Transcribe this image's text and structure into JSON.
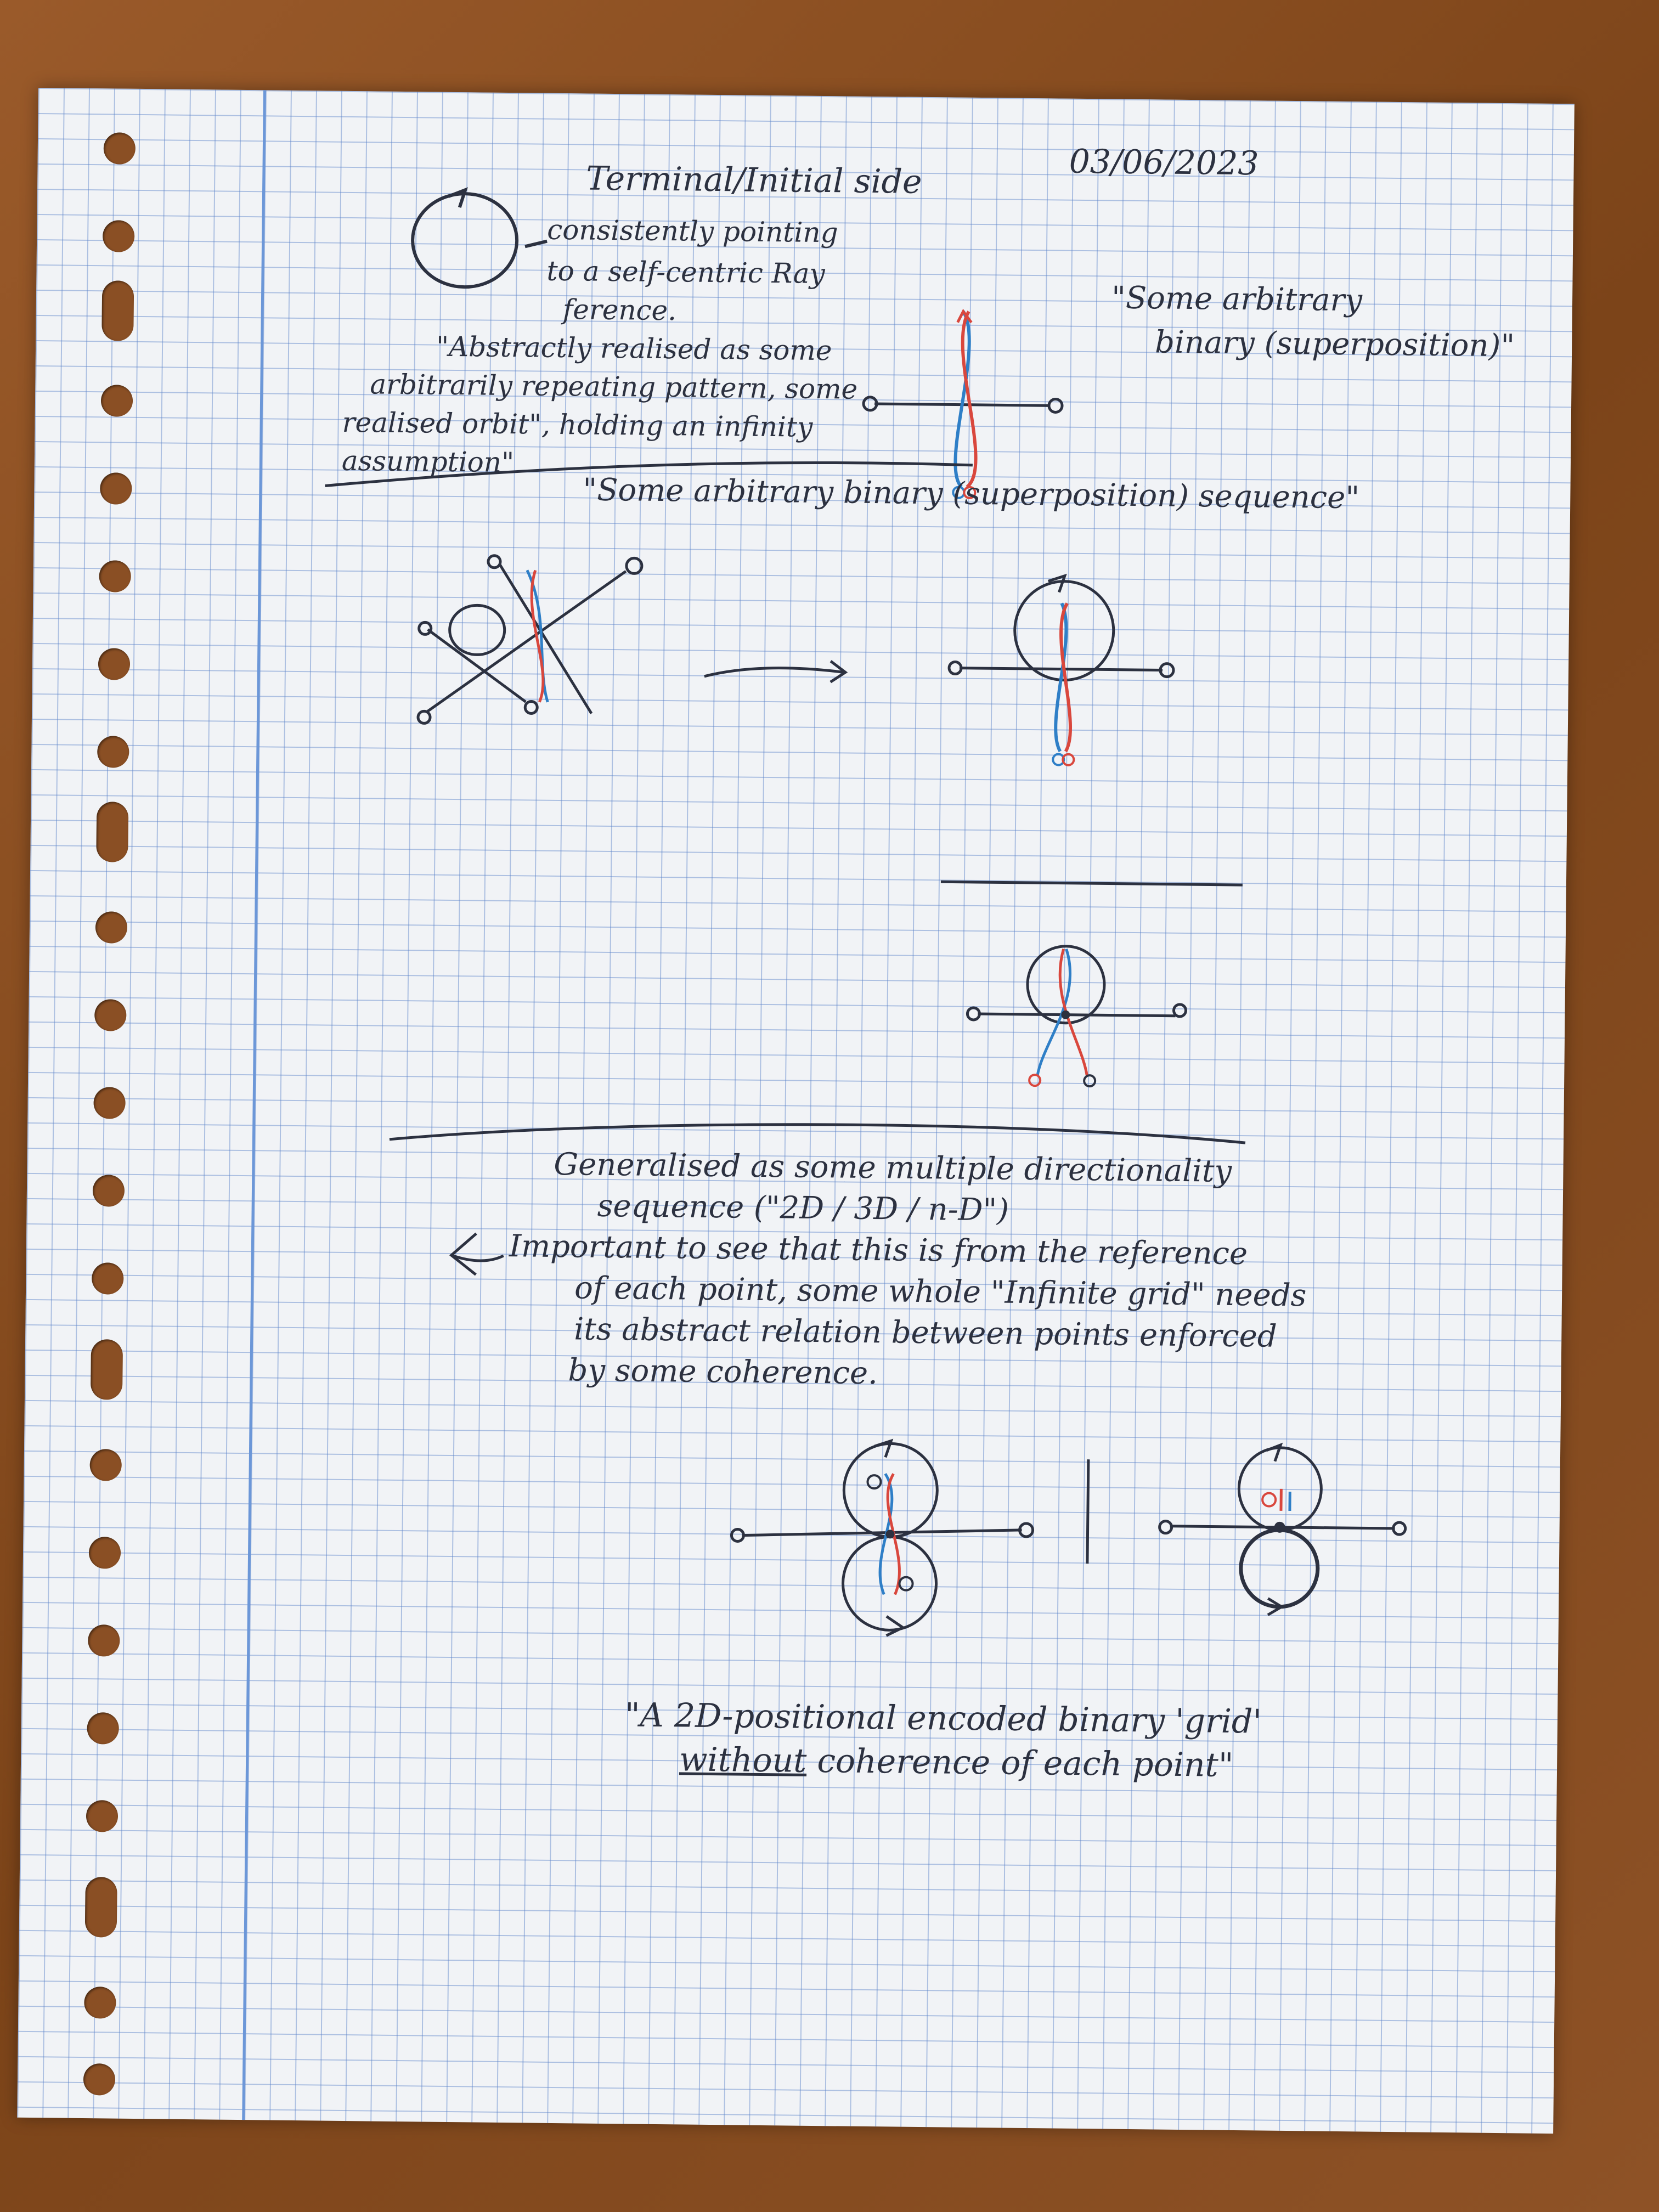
{
  "date": "03/06/2023",
  "title": "Terminal/Initial side",
  "header_note": {
    "line1": "consistently pointing",
    "line2": "to a self-centric Ray",
    "line3": "ference."
  },
  "abstract_note": {
    "line1": "\"Abstractly realised as some",
    "line2": "arbitrarily repeating pattern, some",
    "line3": "realised orbit\", holding an infinity",
    "line4": "assumption\""
  },
  "right_quote": {
    "line1": "\"Some arbitrary",
    "line2": "binary (superposition)\""
  },
  "sequence_quote": "\"Some arbitrary binary (superposition) sequence\"",
  "generalised": {
    "line1": "Generalised as some multiple directionality",
    "line2": "sequence (\"2D / 3D / n-D\")"
  },
  "important": {
    "line1": "Important to see that this is from the reference",
    "line2": "of each point, some whole \"Infinite grid\" needs",
    "line3": "its abstract relation between points enforced",
    "line4": "by some coherence."
  },
  "bottom_quote": {
    "line1": "\"A 2D-positional encoded binary 'grid'",
    "line2_underlined": "without",
    "line2_rest": "coherence of each point\""
  },
  "colors": {
    "ink": "#2c3140",
    "blue_pen": "#2f7fc7",
    "red_pen": "#d9473d",
    "grid": "#5a82c8",
    "margin": "#6c97d8",
    "paper": "#f1f3f6"
  }
}
